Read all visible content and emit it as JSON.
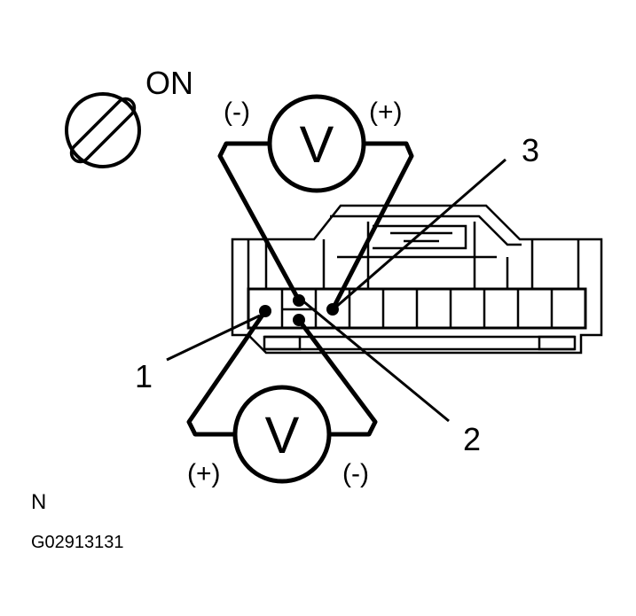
{
  "ignition": {
    "label": "ON"
  },
  "meters": {
    "top": {
      "symbol": "V",
      "neg_label": "(-)",
      "pos_label": "(+)"
    },
    "bottom": {
      "symbol": "V",
      "pos_label": "(+)",
      "neg_label": "(-)"
    }
  },
  "terminals": {
    "t1": "1",
    "t2": "2",
    "t3": "3"
  },
  "footer": {
    "mark": "N",
    "figure_code": "G02913131"
  },
  "colors": {
    "line": "#000000",
    "background": "#ffffff"
  }
}
